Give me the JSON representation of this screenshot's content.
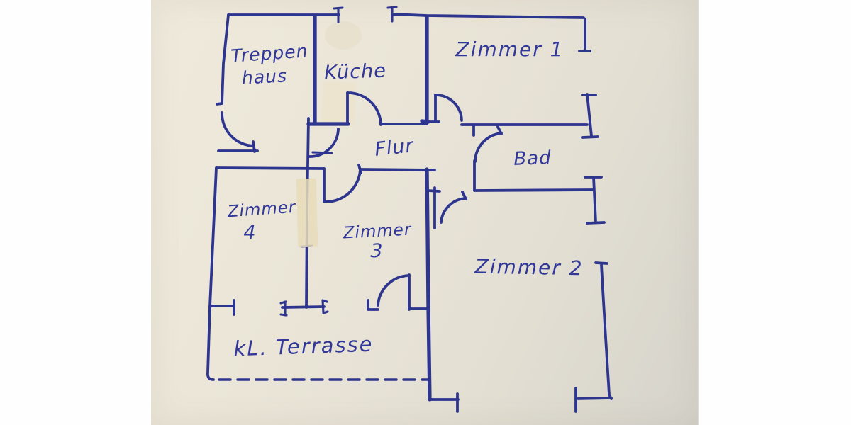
{
  "document": {
    "type": "hand-drawn apartment floor plan photo",
    "language": "de",
    "drawing_medium": "blue ink on beige paper"
  },
  "palette": {
    "ink": "#2e358f",
    "label_ink": "#31389a",
    "paper": "#eae5d7",
    "paper_edge": "#d6d3cb",
    "photo_background": "#fdfdfd",
    "tape_patch": "#e7dcba"
  },
  "labels": {
    "treppenhaus_line1": "Treppen",
    "treppenhaus_line2": "haus",
    "kueche": "Küche",
    "zimmer1": "Zimmer 1",
    "flur": "Flur",
    "bad": "Bad",
    "zimmer4_line1": "Zimmer",
    "zimmer4_line2": "4",
    "zimmer3_line1": "Zimmer",
    "zimmer3_line2": "3",
    "zimmer2": "Zimmer 2",
    "terrasse": "kL. Terrasse"
  },
  "rooms": [
    {
      "name": "Treppenhaus"
    },
    {
      "name": "Küche"
    },
    {
      "name": "Zimmer 1"
    },
    {
      "name": "Flur"
    },
    {
      "name": "Bad"
    },
    {
      "name": "Zimmer 4"
    },
    {
      "name": "Zimmer 3"
    },
    {
      "name": "Zimmer 2"
    },
    {
      "name": "kL. Terrasse"
    }
  ]
}
